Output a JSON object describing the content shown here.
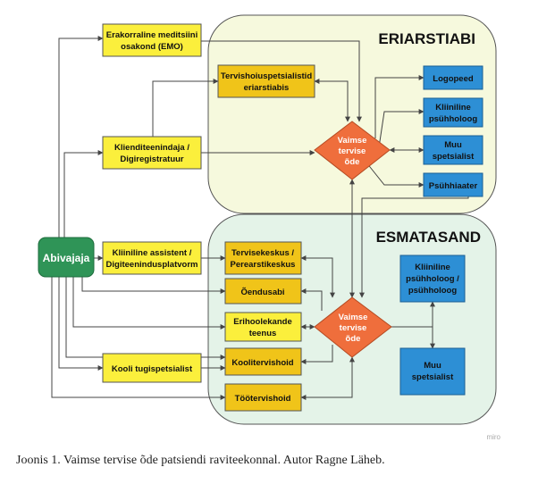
{
  "colors": {
    "zone_eri_fill": "#f6f9dd",
    "zone_esma_fill": "#e4f3e8",
    "zone_stroke": "#555555",
    "yellow": "#fbef3c",
    "gold": "#f0c419",
    "blue": "#2d8fd5",
    "orange": "#ef6e3c",
    "green": "#2f9457",
    "line": "#444444"
  },
  "zones": {
    "eriarstiabi": "ERIARSTIABI",
    "esmatasand": "ESMATASAND"
  },
  "start_node": "Abivajaja",
  "left_nodes": {
    "emo": [
      "Erakorraline meditsiini",
      "osakond (EMO)"
    ],
    "klienditeenindaja": [
      "Klienditeenindaja /",
      "Digiregistratuur"
    ],
    "kliiniline_assistent": [
      "Kliiniline assistent /",
      "Digiteenindusplatvorm"
    ],
    "kooli_tugispetsialist": [
      "Kooli tugispetsialist"
    ]
  },
  "eri_nodes": {
    "tervishoiuspetsialistid": [
      "Tervishoiuspetsialistid",
      "eriarstiabis"
    ],
    "logopeed": [
      "Logopeed"
    ],
    "kliiniline_psyhholoog": [
      "Kliiniline",
      "psühholoog"
    ],
    "muu_spetsialist": [
      "Muu",
      "spetsialist"
    ],
    "psyhhiaater": [
      "Psühhiaater"
    ]
  },
  "esma_nodes": {
    "tervisekeskus": [
      "Tervisekeskus /",
      "Perearstikeskus"
    ],
    "oendusabi": [
      "Õendusabi"
    ],
    "erihoolekande": [
      "Erihoolekande",
      "teenus"
    ],
    "koolitervishoid": [
      "Koolitervishoid"
    ],
    "tootervishoid": [
      "Töötervishoid"
    ],
    "kliiniline_psyhholoog": [
      "Kliiniline",
      "psühholoog /",
      "psühholoog"
    ],
    "muu_spetsialist": [
      "Muu",
      "spetsialist"
    ]
  },
  "decision_nodes": {
    "eri": [
      "Vaimse",
      "tervise",
      "õde"
    ],
    "esma": [
      "Vaimse",
      "tervise",
      "õde"
    ]
  },
  "watermark": "miro",
  "caption": "Joonis 1. Vaimse tervise õde patsiendi raviteekonnal. Autor Ragne Läheb."
}
